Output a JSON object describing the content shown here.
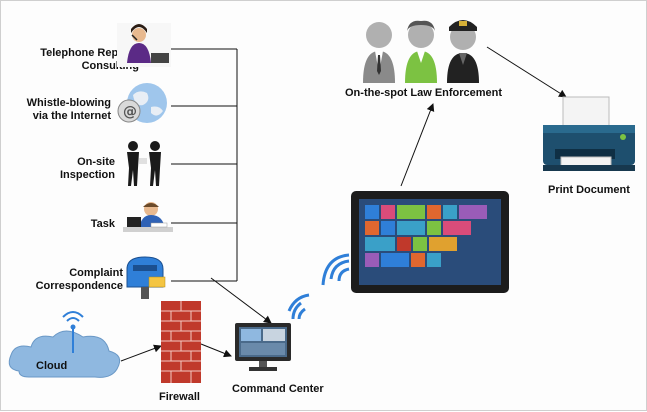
{
  "sources": [
    {
      "id": "telephone",
      "label_line1": "Telephone Report /",
      "label_line2": "Consulting",
      "icon": "telephone-operator-icon"
    },
    {
      "id": "whistle",
      "label_line1": "Whistle-blowing",
      "label_line2": "via the Internet",
      "icon": "internet-globe-icon"
    },
    {
      "id": "onsite",
      "label_line1": "On-site",
      "label_line2": "Inspection",
      "icon": "inspectors-icon"
    },
    {
      "id": "task",
      "label_line1": "Task",
      "label_line2": "",
      "icon": "desk-worker-icon"
    },
    {
      "id": "complaint",
      "label_line1": "Complaint",
      "label_line2": "Correspondence",
      "icon": "mailbox-icon"
    }
  ],
  "nodes": {
    "cloud": "Cloud",
    "firewall": "Firewall",
    "command_center": "Command Center",
    "law_enforcement": "On-the-spot Law Enforcement",
    "print_document": "Print Document"
  },
  "icons": {
    "cloud": "cloud-icon",
    "firewall": "brick-wall-icon",
    "command_center": "monitor-icon",
    "tablet": "tablet-icon",
    "printer": "printer-icon",
    "officers": "officers-icon",
    "wifi": "wifi-icon"
  },
  "colors": {
    "cloud": "#8fb8e0",
    "firewall": "#c0392b",
    "wifi": "#2f7fd8",
    "officer_green": "#7cc242",
    "officer_grey": "#8a8a8a",
    "printer": "#1e4f6e"
  }
}
